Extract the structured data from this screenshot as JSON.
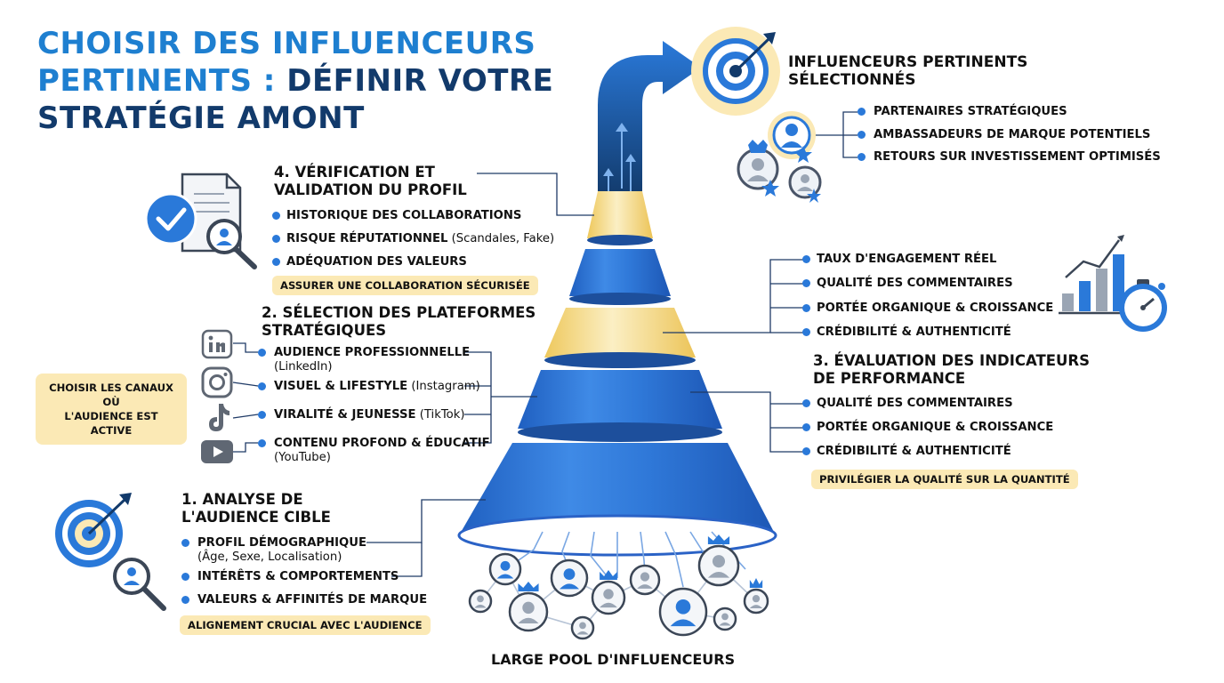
{
  "title": {
    "line1": "CHOISIR DES INFLUENCEURS",
    "line2a": "PERTINENTS : ",
    "line2b": "DÉFINIR VOTRE",
    "line3": "STRATÉGIE AMONT"
  },
  "top_result": {
    "heading_l1": "INFLUENCEURS PERTINENTS",
    "heading_l2": "SÉLECTIONNÉS",
    "items": [
      "PARTENAIRES STRATÉGIQUES",
      "AMBASSADEURS DE MARQUE POTENTIELS",
      "RETOURS SUR INVESTISSEMENT OPTIMISÉS"
    ]
  },
  "step4": {
    "heading_l1": "4. VÉRIFICATION ET",
    "heading_l2": "VALIDATION DU PROFIL",
    "items": [
      {
        "main": "HISTORIQUE DES COLLABORATIONS",
        "sub": ""
      },
      {
        "main": "RISQUE RÉPUTATIONNEL",
        "sub": " (Scandales, Fake)"
      },
      {
        "main": "ADÉQUATION DES VALEURS",
        "sub": ""
      }
    ],
    "tag": "ASSURER UNE COLLABORATION SÉCURISÉE"
  },
  "step2": {
    "heading_l1": "2. SÉLECTION DES PLATEFORMES",
    "heading_l2": "STRATÉGIQUES",
    "items": [
      {
        "main": "AUDIENCE PROFESSIONNELLE",
        "sub": "(LinkedIn)"
      },
      {
        "main": "VISUEL & LIFESTYLE",
        "sub": " (Instagram)"
      },
      {
        "main": "VIRALITÉ & JEUNESSE",
        "sub": " (TikTok)"
      },
      {
        "main": "CONTENU PROFOND & ÉDUCATIF",
        "sub": "(YouTube)"
      }
    ],
    "tag_l1": "CHOISIR LES CANAUX OÙ",
    "tag_l2": "L'AUDIENCE EST ACTIVE",
    "icons": [
      "linkedin-icon",
      "instagram-icon",
      "tiktok-icon",
      "youtube-icon"
    ]
  },
  "step1": {
    "heading_l1": "1. ANALYSE DE",
    "heading_l2": "L'AUDIENCE CIBLE",
    "items": [
      {
        "main": "PROFIL DÉMOGRAPHIQUE",
        "sub": "(Âge, Sexe, Localisation)"
      },
      {
        "main": "INTÉRÊTS & COMPORTEMENTS",
        "sub": ""
      },
      {
        "main": "VALEURS & AFFINITÉS DE MARQUE",
        "sub": ""
      }
    ],
    "tag": "ALIGNEMENT CRUCIAL AVEC L'AUDIENCE"
  },
  "step3": {
    "top_items": [
      "TAUX D'ENGAGEMENT RÉEL",
      "QUALITÉ DES COMMENTAIRES",
      "PORTÉE ORGANIQUE & CROISSANCE",
      "CRÉDIBILITÉ & AUTHENTICITÉ"
    ],
    "heading_l1": "3. ÉVALUATION DES INDICATEURS",
    "heading_l2": "DE PERFORMANCE",
    "items": [
      "QUALITÉ DES COMMENTAIRES",
      "PORTÉE ORGANIQUE & CROISSANCE",
      "CRÉDIBILITÉ & AUTHENTICITÉ"
    ],
    "tag": "PRIVILÉGIER LA QUALITÉ SUR LA QUANTITÉ"
  },
  "pool_label": "LARGE POOL D'INFLUENCEURS",
  "colors": {
    "blue": "#2a79d9",
    "dark_blue": "#123a6b",
    "title_blue": "#1e7fd0",
    "yellow": "#f6df97",
    "tag_bg": "#fbe9b5"
  }
}
